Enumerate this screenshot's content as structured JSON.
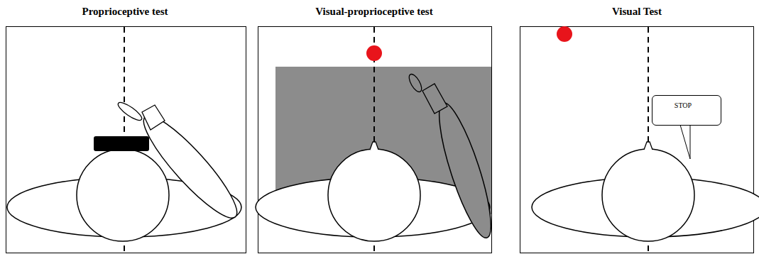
{
  "diagram": {
    "nodes": [
      {
        "text": [
          "STOP"
        ]
      }
    ],
    "labels": [
      "Proprioceptive test",
      "Visual-proprioceptive test",
      "Visual Test"
    ]
  }
}
